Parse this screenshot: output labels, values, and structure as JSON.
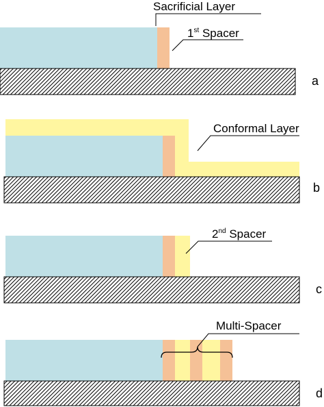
{
  "colors": {
    "sacrificial": "#bfe0e6",
    "spacer": "#f5c197",
    "conformal": "#fff6a0",
    "substrate_line": "#000000",
    "background": "#ffffff"
  },
  "panels": [
    {
      "label": "a",
      "annotations": [
        {
          "text": "Sacrificial Layer"
        },
        {
          "base": "1",
          "sup": "st",
          "rest": " Spacer"
        }
      ]
    },
    {
      "label": "b",
      "annotations": [
        {
          "text": "Conformal Layer"
        }
      ]
    },
    {
      "label": "c",
      "annotations": [
        {
          "base": "2",
          "sup": "nd",
          "rest": " Spacer"
        }
      ]
    },
    {
      "label": "d",
      "annotations": [
        {
          "text": "Multi-Spacer"
        }
      ]
    }
  ]
}
